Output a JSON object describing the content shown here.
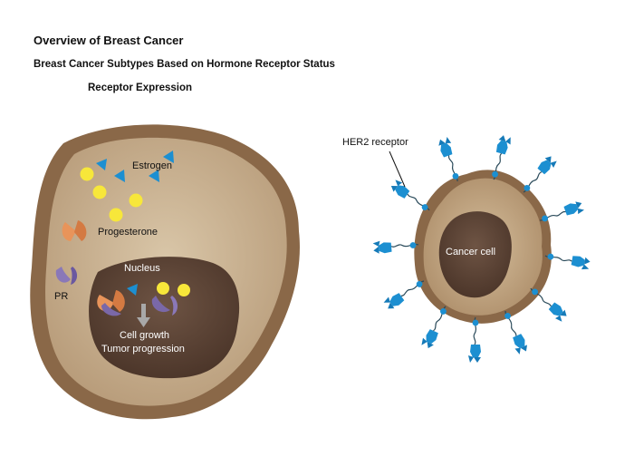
{
  "header": {
    "title": "Overview of Breast Cancer",
    "subtitle": "Breast Cancer Subtypes Based on Hormone Receptor Status",
    "section": "Receptor Expression"
  },
  "left_cell": {
    "estrogen_label": "Estrogen",
    "progesterone_label": "Progesterone",
    "pr_label": "PR",
    "nucleus_label": "Nucleus",
    "outcome_line1": "Cell growth",
    "outcome_line2": "Tumor progression"
  },
  "right_cell": {
    "her2_label": "HER2 receptor",
    "cancer_cell_label": "Cancer cell"
  },
  "colors": {
    "cell_outer": "#8a6848",
    "cytoplasm": "#c8b294",
    "nucleus": "#5a4232",
    "estrogen_yellow": "#f7e73a",
    "receptor_blue": "#1c8fd1",
    "progesterone_orange": "#e8945a",
    "pr_purple": "#7a68a8"
  }
}
